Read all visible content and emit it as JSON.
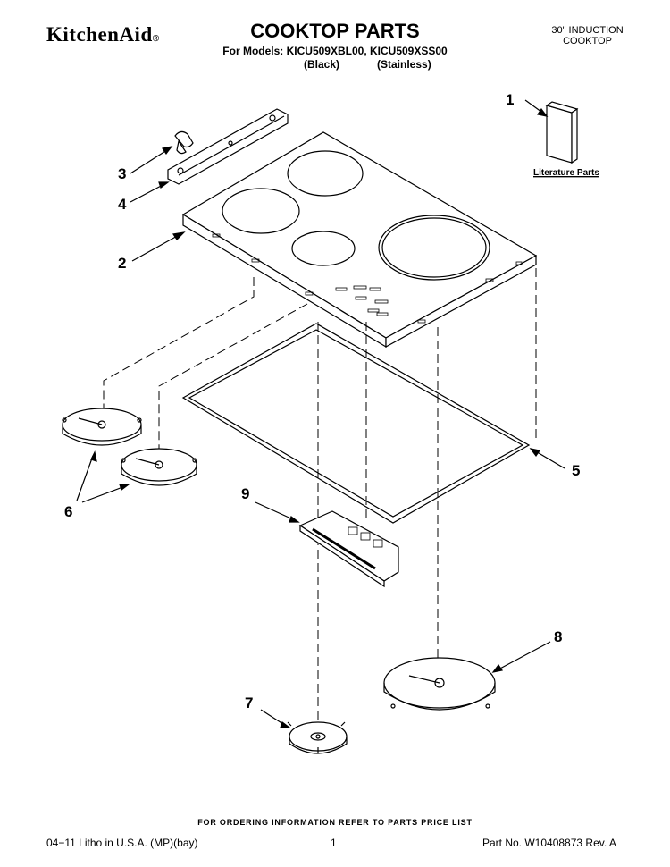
{
  "header": {
    "brand": "KitchenAid",
    "brand_mark": "®",
    "title": "COOKTOP PARTS",
    "models": "For Models: KICU509XBL00, KICU509XSS00",
    "variants": [
      "(Black)",
      "(Stainless)"
    ],
    "category_line1": "30\" INDUCTION",
    "category_line2": "COOKTOP"
  },
  "callouts": [
    {
      "number": "1",
      "label": "Literature Parts"
    },
    {
      "number": "2"
    },
    {
      "number": "3"
    },
    {
      "number": "4"
    },
    {
      "number": "5"
    },
    {
      "number": "6"
    },
    {
      "number": "7"
    },
    {
      "number": "8"
    },
    {
      "number": "9"
    }
  ],
  "footer": {
    "note": "FOR ORDERING INFORMATION REFER TO PARTS PRICE LIST",
    "litho": "04−11 Litho in U.S.A. (MP)(bay)",
    "page": "1",
    "part_no": "Part No. W10408873 Rev. A"
  }
}
